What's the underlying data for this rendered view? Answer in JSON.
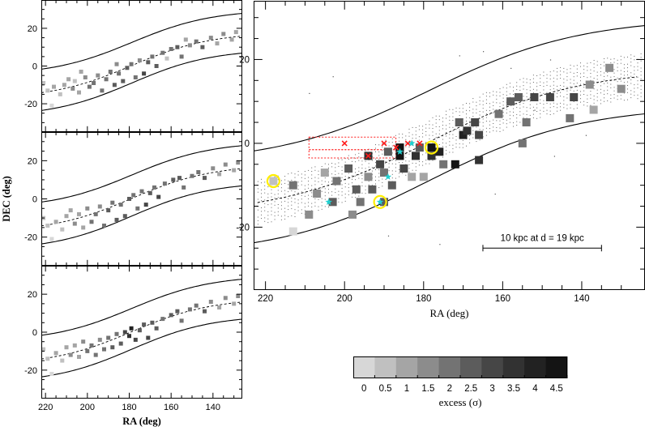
{
  "chart_data": [
    {
      "type": "scatter",
      "panel": "left-top",
      "xlabel": "",
      "ylabel": "",
      "xlim": [
        222,
        126
      ],
      "ylim": [
        -35,
        35
      ],
      "xticks": [
        220,
        200,
        180,
        160,
        140
      ],
      "yticks": [
        -20,
        0,
        20
      ],
      "points": [
        [
          221,
          -9,
          0.8
        ],
        [
          219,
          -13,
          0.6
        ],
        [
          217,
          -21,
          0.3
        ],
        [
          216,
          -11,
          1.0
        ],
        [
          213,
          -15,
          0.5
        ],
        [
          211,
          -10,
          1.2
        ],
        [
          209,
          -7,
          1.0
        ],
        [
          207,
          -12,
          1.5
        ],
        [
          206,
          -8,
          0.9
        ],
        [
          204,
          -14,
          1.4
        ],
        [
          201,
          -6,
          1.8
        ],
        [
          199,
          -11,
          2.0
        ],
        [
          197,
          -9,
          2.2
        ],
        [
          195,
          -5,
          1.6
        ],
        [
          193,
          -13,
          2.0
        ],
        [
          191,
          -7,
          2.4
        ],
        [
          189,
          -3,
          2.2
        ],
        [
          187,
          -10,
          2.6
        ],
        [
          185,
          -4,
          2.0
        ],
        [
          183,
          -8,
          2.5
        ],
        [
          181,
          -1,
          2.8
        ],
        [
          179,
          1,
          2.3
        ],
        [
          177,
          -6,
          2.1
        ],
        [
          175,
          3,
          1.9
        ],
        [
          173,
          -4,
          3.0
        ],
        [
          171,
          2,
          2.6
        ],
        [
          169,
          5,
          2.2
        ],
        [
          167,
          0,
          2.9
        ],
        [
          164,
          7,
          2.0
        ],
        [
          160,
          9,
          2.4
        ],
        [
          157,
          10,
          2.8
        ],
        [
          155,
          5,
          2.1
        ],
        [
          151,
          11,
          1.9
        ],
        [
          148,
          13,
          2.3
        ],
        [
          145,
          10,
          2.6
        ],
        [
          141,
          15,
          1.5
        ],
        [
          138,
          12,
          1.2
        ],
        [
          135,
          17,
          1.8
        ],
        [
          131,
          14,
          1.0
        ],
        [
          129,
          18,
          1.4
        ],
        [
          203,
          -3,
          1.3
        ],
        [
          186,
          1,
          1.7
        ],
        [
          162,
          4,
          0.7
        ],
        [
          153,
          14,
          1.1
        ]
      ]
    },
    {
      "type": "scatter",
      "panel": "left-middle",
      "xlabel": "",
      "ylabel": "DEC (deg)",
      "xlim": [
        222,
        126
      ],
      "ylim": [
        -35,
        35
      ],
      "xticks": [
        220,
        200,
        180,
        160,
        140
      ],
      "yticks": [
        -20,
        0,
        20
      ],
      "points": [
        [
          221,
          -10,
          0.7
        ],
        [
          219,
          -14,
          0.5
        ],
        [
          217,
          -21,
          0.4
        ],
        [
          215,
          -12,
          1.1
        ],
        [
          212,
          -16,
          0.6
        ],
        [
          210,
          -9,
          1.3
        ],
        [
          208,
          -6,
          1.0
        ],
        [
          206,
          -13,
          1.6
        ],
        [
          204,
          -8,
          1.0
        ],
        [
          202,
          -15,
          1.3
        ],
        [
          200,
          -5,
          1.9
        ],
        [
          198,
          -12,
          2.1
        ],
        [
          196,
          -8,
          2.3
        ],
        [
          194,
          -4,
          1.7
        ],
        [
          192,
          -14,
          2.1
        ],
        [
          190,
          -6,
          2.5
        ],
        [
          188,
          -2,
          2.3
        ],
        [
          186,
          -11,
          2.7
        ],
        [
          184,
          -3,
          2.1
        ],
        [
          182,
          -9,
          2.6
        ],
        [
          180,
          0,
          2.9
        ],
        [
          178,
          2,
          2.4
        ],
        [
          176,
          -5,
          2.2
        ],
        [
          174,
          4,
          2.0
        ],
        [
          172,
          -3,
          3.1
        ],
        [
          170,
          3,
          2.7
        ],
        [
          168,
          6,
          2.3
        ],
        [
          166,
          1,
          3.0
        ],
        [
          163,
          8,
          2.1
        ],
        [
          159,
          10,
          2.5
        ],
        [
          156,
          11,
          2.9
        ],
        [
          154,
          6,
          2.2
        ],
        [
          150,
          12,
          2.0
        ],
        [
          147,
          14,
          2.4
        ],
        [
          144,
          11,
          2.7
        ],
        [
          140,
          16,
          1.6
        ],
        [
          137,
          13,
          1.3
        ],
        [
          134,
          18,
          1.9
        ],
        [
          130,
          15,
          1.1
        ],
        [
          128,
          19,
          1.5
        ]
      ]
    },
    {
      "type": "scatter",
      "panel": "left-bottom",
      "xlabel": "RA (deg)",
      "ylabel": "",
      "xlim": [
        222,
        126
      ],
      "ylim": [
        -35,
        35
      ],
      "xticks": [
        220,
        200,
        180,
        160,
        140
      ],
      "yticks": [
        -20,
        0,
        20
      ],
      "points": [
        [
          221,
          -9,
          0.6
        ],
        [
          219,
          -14,
          0.5
        ],
        [
          217,
          -22,
          0.3
        ],
        [
          215,
          -11,
          1.0
        ],
        [
          212,
          -15,
          0.6
        ],
        [
          210,
          -8,
          1.2
        ],
        [
          208,
          -12,
          1.5
        ],
        [
          206,
          -7,
          1.0
        ],
        [
          204,
          -13,
          1.3
        ],
        [
          202,
          -5,
          1.8
        ],
        [
          200,
          -10,
          2.0
        ],
        [
          198,
          -7,
          2.2
        ],
        [
          196,
          -12,
          2.0
        ],
        [
          194,
          -4,
          1.7
        ],
        [
          192,
          -9,
          2.4
        ],
        [
          190,
          -3,
          2.3
        ],
        [
          188,
          -8,
          2.6
        ],
        [
          186,
          -1,
          2.2
        ],
        [
          184,
          -6,
          2.5
        ],
        [
          182,
          0,
          3.0
        ],
        [
          180,
          -2,
          3.6
        ],
        [
          179,
          2,
          4.2
        ],
        [
          177,
          -4,
          3.3
        ],
        [
          175,
          1,
          2.8
        ],
        [
          173,
          4,
          2.5
        ],
        [
          171,
          -3,
          3.4
        ],
        [
          169,
          5,
          2.6
        ],
        [
          167,
          2,
          2.9
        ],
        [
          164,
          7,
          2.3
        ],
        [
          160,
          9,
          2.5
        ],
        [
          157,
          11,
          2.9
        ],
        [
          155,
          6,
          2.0
        ],
        [
          151,
          12,
          2.2
        ],
        [
          148,
          14,
          2.4
        ],
        [
          144,
          11,
          2.6
        ],
        [
          141,
          16,
          1.6
        ],
        [
          137,
          13,
          1.3
        ],
        [
          134,
          18,
          1.9
        ],
        [
          130,
          15,
          1.1
        ],
        [
          128,
          19,
          1.5
        ]
      ]
    },
    {
      "type": "scatter",
      "panel": "main",
      "xlabel": "RA (deg)",
      "ylabel": "",
      "xlim": [
        223,
        124
      ],
      "ylim": [
        -35,
        34
      ],
      "xticks": [
        220,
        200,
        180,
        160,
        140
      ],
      "yticks": [
        -20,
        0,
        20
      ],
      "scale_bar": {
        "label": "10 kpc at d = 19 kpc",
        "ra_from": 165,
        "ra_to": 135,
        "dec": -25
      },
      "points": [
        [
          218,
          -9,
          0.9
        ],
        [
          213,
          -21,
          0.4
        ],
        [
          213,
          -10,
          2.0
        ],
        [
          209,
          -17,
          1.5
        ],
        [
          207,
          -12,
          1.6
        ],
        [
          205,
          -7,
          1.3
        ],
        [
          203,
          -14,
          2.8
        ],
        [
          202,
          -9,
          2.4
        ],
        [
          199,
          -6,
          2.9
        ],
        [
          198,
          -17,
          1.6
        ],
        [
          197,
          -11,
          2.6
        ],
        [
          196,
          -14,
          2.3
        ],
        [
          194,
          -8,
          1.9
        ],
        [
          194,
          -3,
          3.6
        ],
        [
          193,
          -11,
          2.9
        ],
        [
          191,
          -5,
          3.1
        ],
        [
          190,
          -7,
          2.2
        ],
        [
          190,
          -14,
          2.9
        ],
        [
          189,
          -2,
          2.7
        ],
        [
          188,
          -10,
          2.5
        ],
        [
          186,
          -1,
          4.6
        ],
        [
          186,
          -3,
          4.8
        ],
        [
          185,
          -6,
          3.0
        ],
        [
          183,
          -8,
          1.2
        ],
        [
          182,
          -3,
          3.5
        ],
        [
          181,
          -1,
          2.5
        ],
        [
          180,
          -8,
          1.0
        ],
        [
          178,
          -1,
          4.7
        ],
        [
          178,
          -3,
          3.8
        ],
        [
          176,
          -2,
          4.2
        ],
        [
          175,
          -5,
          2.3
        ],
        [
          172,
          -5,
          4.6
        ],
        [
          171,
          5,
          2.8
        ],
        [
          170,
          2,
          4.3
        ],
        [
          169,
          3,
          3.6
        ],
        [
          167,
          5,
          3.0
        ],
        [
          166,
          2,
          3.3
        ],
        [
          161,
          7,
          2.4
        ],
        [
          158,
          10,
          2.6
        ],
        [
          156,
          11,
          2.9
        ],
        [
          154,
          5,
          2.0
        ],
        [
          152,
          11,
          3.0
        ],
        [
          148,
          11,
          3.4
        ],
        [
          143,
          6,
          2.2
        ],
        [
          142,
          11,
          3.1
        ],
        [
          138,
          14,
          1.6
        ],
        [
          137,
          8,
          1.4
        ],
        [
          133,
          18,
          1.8
        ],
        [
          130,
          13,
          1.9
        ],
        [
          155,
          0,
          2.2
        ],
        [
          166,
          -4,
          3.5
        ]
      ],
      "highlights": [
        [
          218,
          -9
        ],
        [
          191,
          -14
        ],
        [
          178,
          -1
        ]
      ],
      "star_markers": [
        [
          204,
          -14
        ],
        [
          191,
          -14
        ],
        [
          189,
          -8
        ],
        [
          186,
          -2
        ],
        [
          183,
          0
        ]
      ],
      "cross_markers": [
        [
          200,
          0
        ],
        [
          194,
          -3
        ],
        [
          190,
          0
        ],
        [
          187,
          -1
        ],
        [
          184,
          0
        ],
        [
          181,
          0
        ]
      ]
    }
  ],
  "colorbar": {
    "title": "excess (σ)",
    "ticks": [
      "0",
      "0.5",
      "1",
      "1.5",
      "2",
      "2.5",
      "3",
      "3.5",
      "4",
      "4.5"
    ],
    "colors": [
      "#d7d7d7",
      "#c0c0c0",
      "#a5a5a5",
      "#8c8c8c",
      "#737373",
      "#5c5c5c",
      "#464646",
      "#323232",
      "#222222",
      "#141414"
    ]
  },
  "accent_colors": {
    "highlight_ring": "#ffee00",
    "star": "#1fd0d0",
    "cross": "#ff1a1a"
  }
}
